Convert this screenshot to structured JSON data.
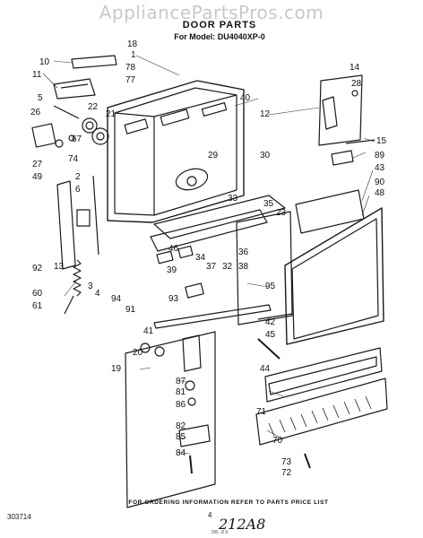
{
  "watermark": "AppliancePartsPros.com",
  "title": "DOOR PARTS",
  "subtitle": "For Model: DU4040XP-0",
  "footer": "FOR ORDERING INFORMATION REFER TO PARTS PRICE LIST",
  "doc_number": "303714",
  "page_number": "4",
  "handwritten_note": "212A8",
  "small_note": "5/8...8 9",
  "callouts": [
    "1",
    "2",
    "3",
    "4",
    "5",
    "6",
    "10",
    "11",
    "12",
    "13",
    "14",
    "15",
    "18",
    "19",
    "20",
    "21",
    "22",
    "23",
    "26",
    "27",
    "28",
    "29",
    "30",
    "32",
    "33",
    "34",
    "35",
    "36",
    "37",
    "38",
    "39",
    "40",
    "41",
    "42",
    "43",
    "44",
    "45",
    "46",
    "48",
    "49",
    "60",
    "61",
    "67",
    "70",
    "71",
    "72",
    "73",
    "74",
    "77",
    "78",
    "81",
    "82",
    "84",
    "85",
    "86",
    "87",
    "89",
    "90",
    "91",
    "92",
    "93",
    "94",
    "95"
  ]
}
